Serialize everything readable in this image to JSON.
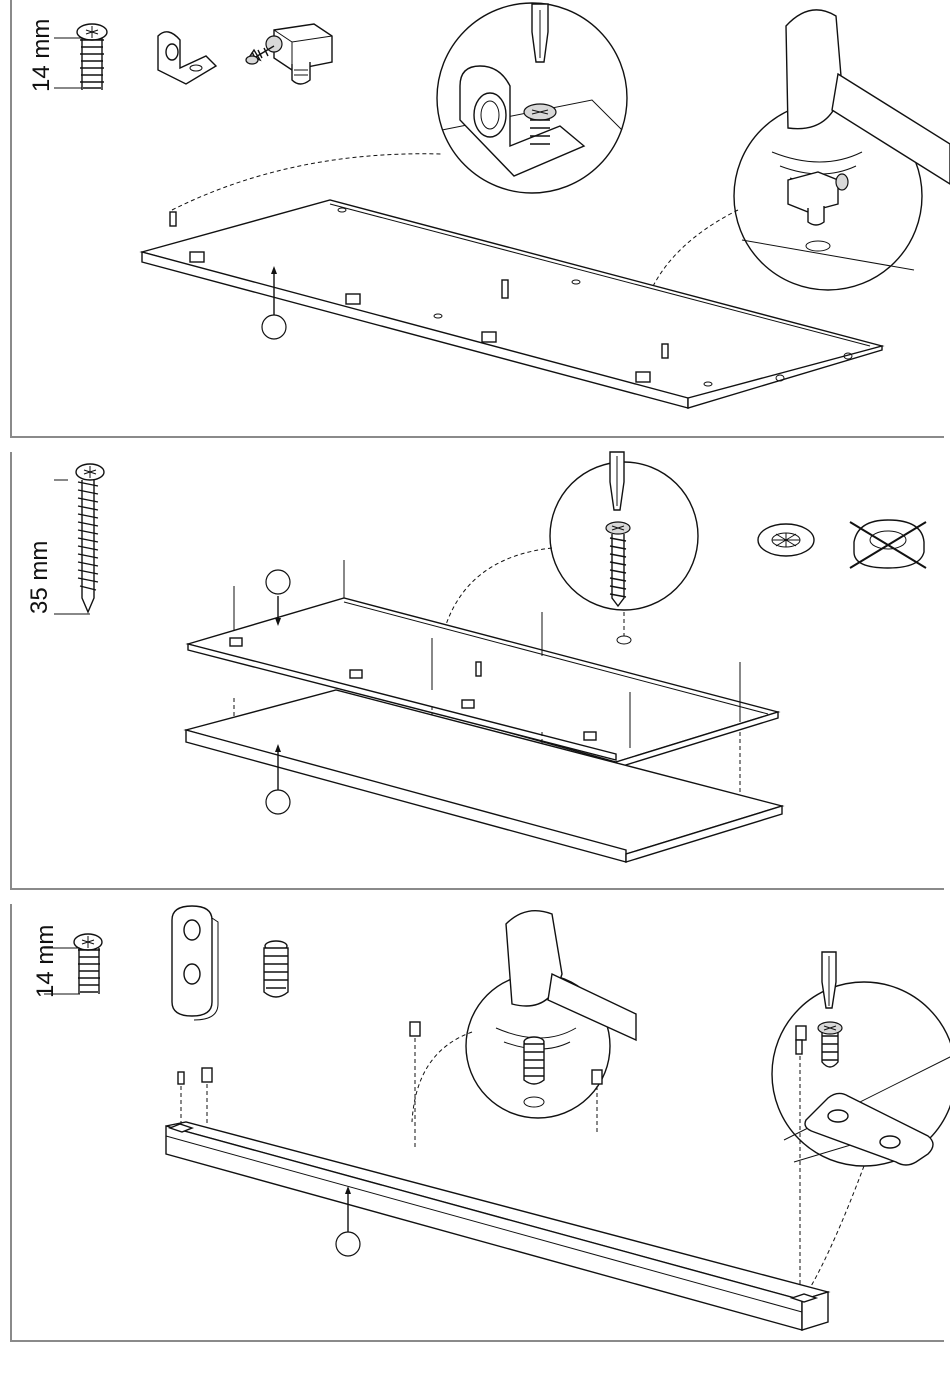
{
  "steps": [
    {
      "screw_length_label": "14 mm",
      "parts": [
        "screw-icon",
        "angle-bracket-icon",
        "cam-connector-icon"
      ]
    },
    {
      "screw_length_label": "35 mm",
      "parts": [
        "long-screw-icon",
        "push-cap-icon",
        "wrong-cap-icon"
      ]
    },
    {
      "screw_length_label": "14 mm",
      "parts": [
        "screw-icon",
        "flat-plate-icon",
        "dowel-insert-icon"
      ]
    }
  ],
  "colors": {
    "line": "#111111",
    "frame": "#8a8a8a",
    "background": "#ffffff"
  }
}
